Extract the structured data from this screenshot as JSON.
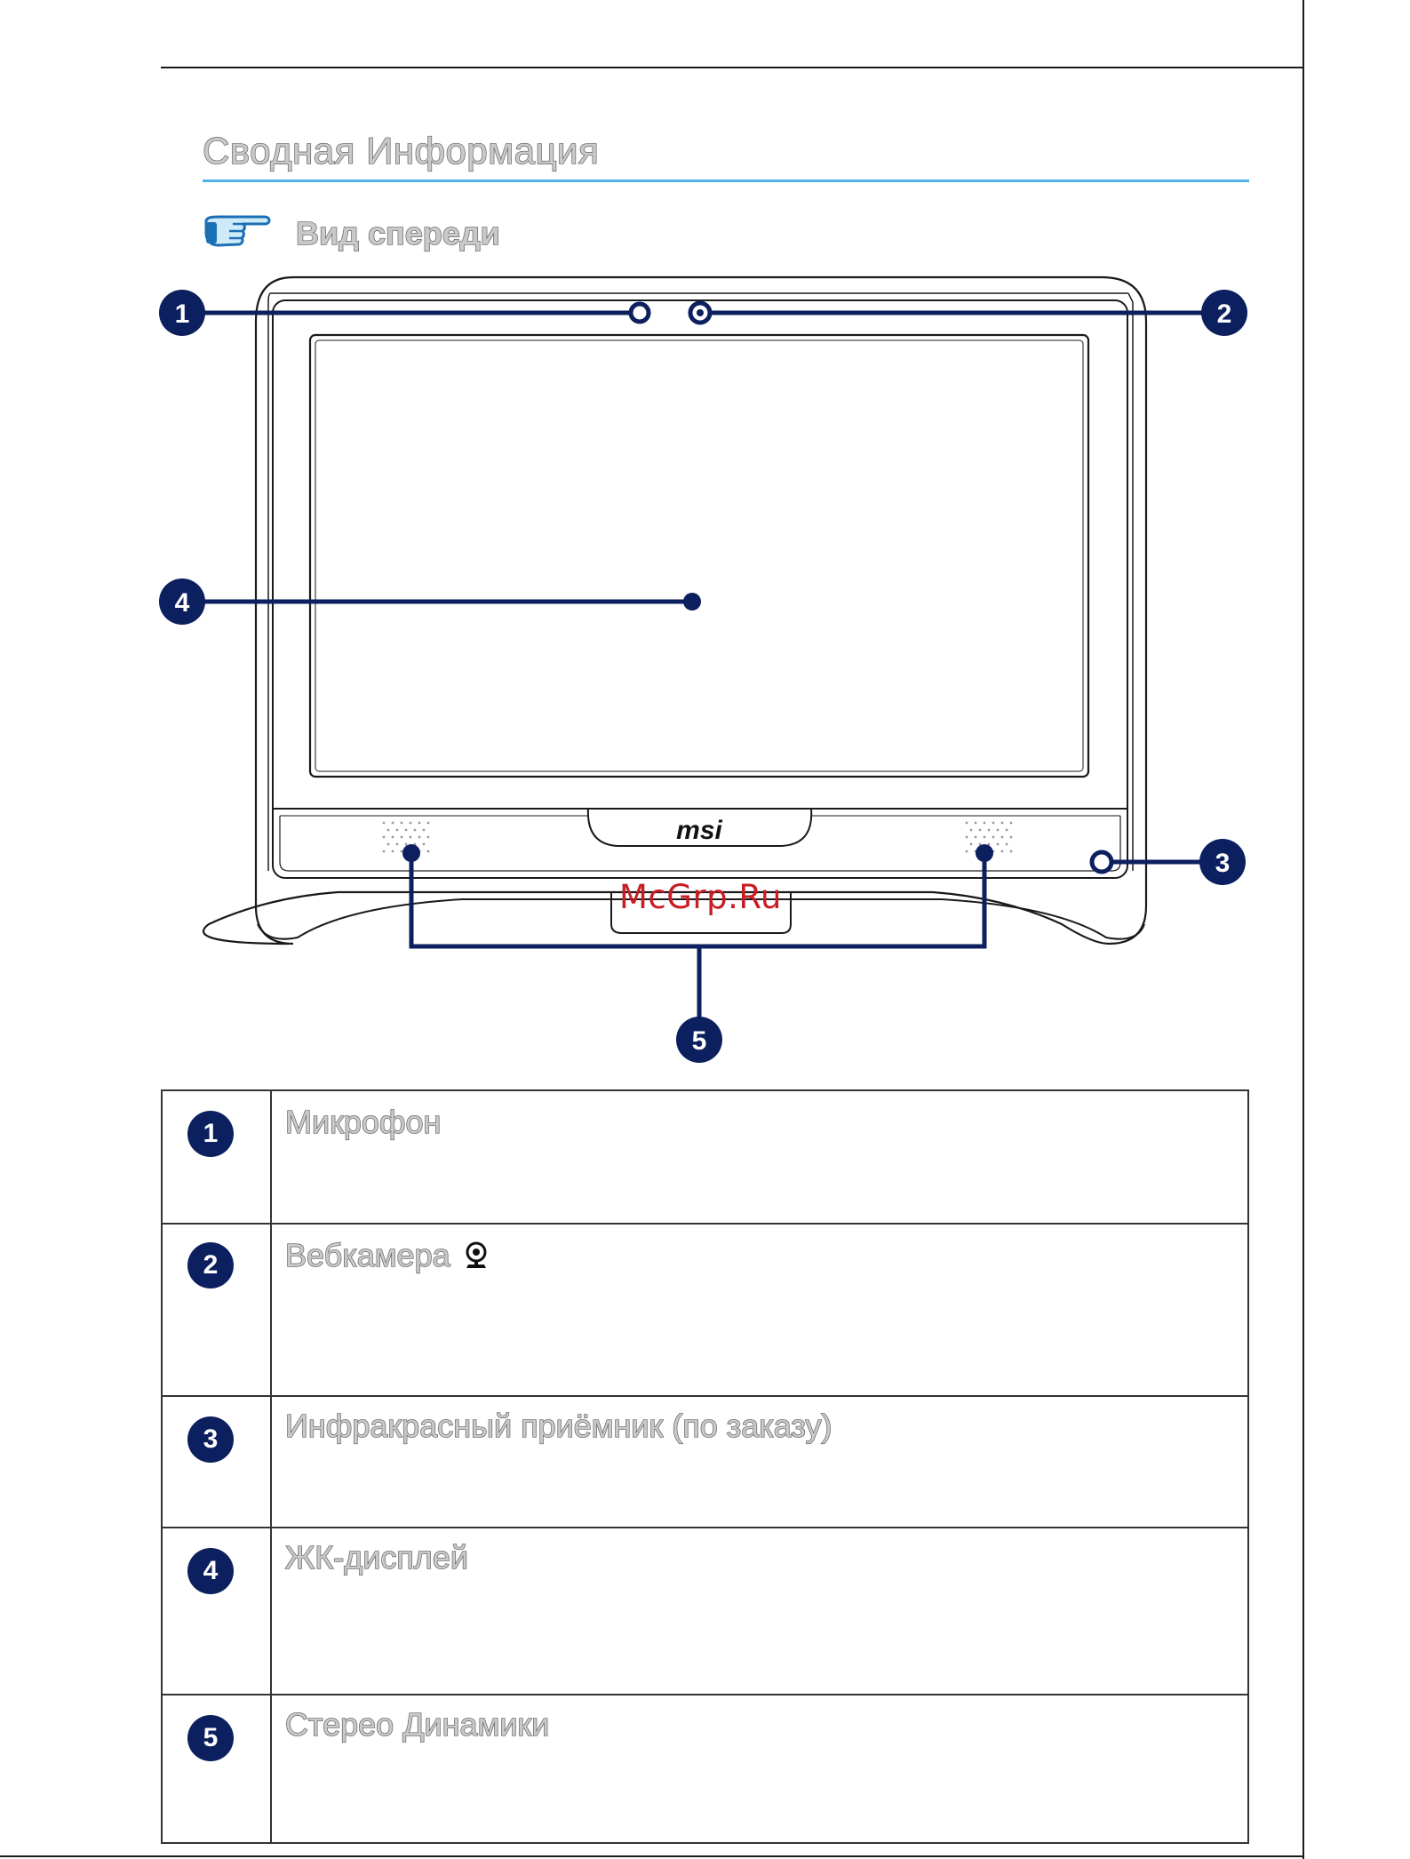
{
  "section": {
    "title": "Сводная Информация"
  },
  "subsection": {
    "title": "Вид спереди",
    "icon": "pointing-hand-icon"
  },
  "diagram": {
    "brand_logo": "msi",
    "watermark": "McGrp.Ru",
    "callouts": [
      "1",
      "2",
      "3",
      "4",
      "5"
    ]
  },
  "components": [
    {
      "number": "1",
      "label": "Микрофон"
    },
    {
      "number": "2",
      "label": "Вебкамера",
      "icon": "webcam-icon"
    },
    {
      "number": "3",
      "label": "Инфракрасный приёмник (по заказу)"
    },
    {
      "number": "4",
      "label": "ЖК-дисплей"
    },
    {
      "number": "5",
      "label": "Стерео Динамики"
    }
  ],
  "colors": {
    "accent_line": "#4fb3e8",
    "callout": "#0c1f5e",
    "watermark": "#c81d24"
  }
}
